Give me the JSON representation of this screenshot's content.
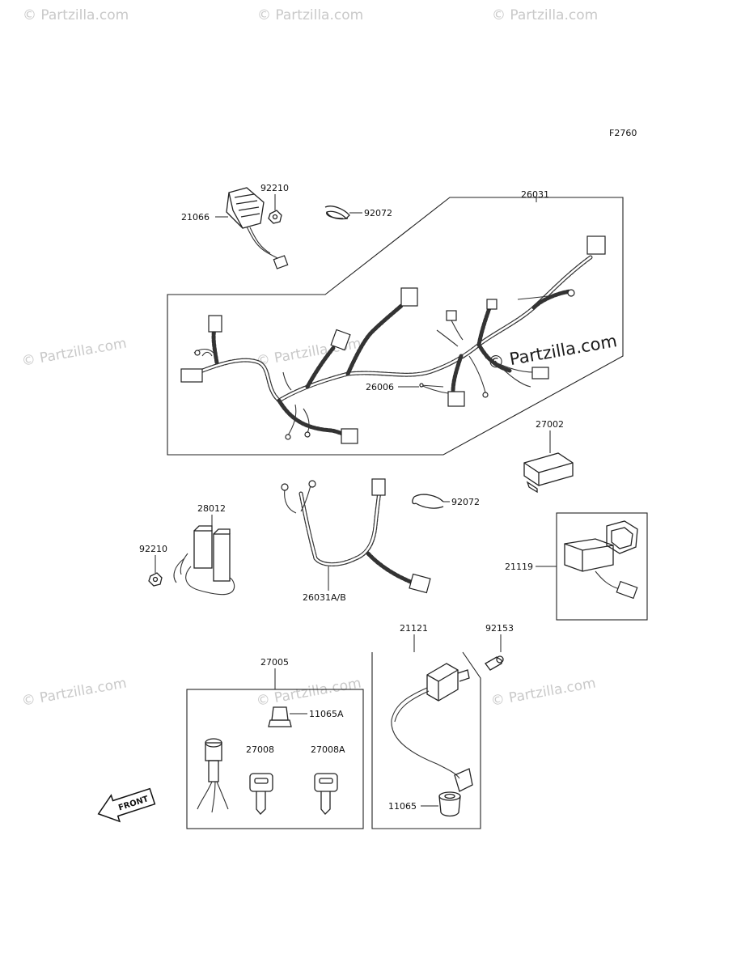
{
  "figure_code": "F2760",
  "watermark": "© Partzilla.com",
  "front_label": "FRONT",
  "callouts": {
    "p92210_top": "92210",
    "p21066": "21066",
    "p92072_top": "92072",
    "p26031": "26031",
    "p26006": "26006",
    "p27002": "27002",
    "p28012": "28012",
    "p92210_left": "92210",
    "p92072_mid": "92072",
    "p26031AB": "26031A/B",
    "p21119": "21119",
    "p21121": "21121",
    "p92153": "92153",
    "p27005": "27005",
    "p11065A": "11065A",
    "p27008": "27008",
    "p27008A": "27008A",
    "p11065": "11065"
  }
}
